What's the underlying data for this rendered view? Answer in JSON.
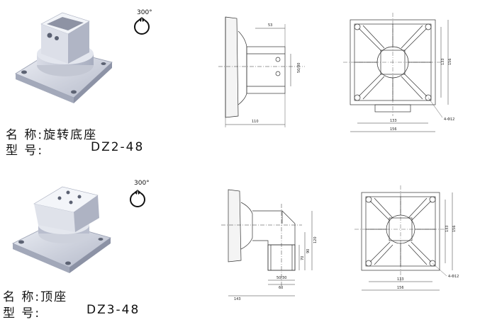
{
  "products": [
    {
      "name_label": "名 称:",
      "name_value": "旋转底座",
      "model_label": "型 号:",
      "model_value": "DZ2-48",
      "rotation": "300°",
      "side_dims": {
        "top_width": "53",
        "bore": "50/30",
        "base_width": "110"
      },
      "plan_dims": {
        "inner": "133",
        "outer": "156",
        "inner_v": "133",
        "outer_v": "156",
        "holes": "4-Φ12"
      }
    },
    {
      "name_label": "名 称:",
      "name_value": "顶座",
      "model_label": "型 号:",
      "model_value": "DZ3-48",
      "rotation": "300°",
      "side_dims": {
        "bore": "50/30",
        "h1": "70",
        "h2": "90",
        "h3": "120",
        "w1": "60",
        "base_width": "143"
      },
      "plan_dims": {
        "inner": "133",
        "outer": "156",
        "inner_v": "133",
        "outer_v": "156",
        "holes": "4-Φ12"
      }
    }
  ]
}
